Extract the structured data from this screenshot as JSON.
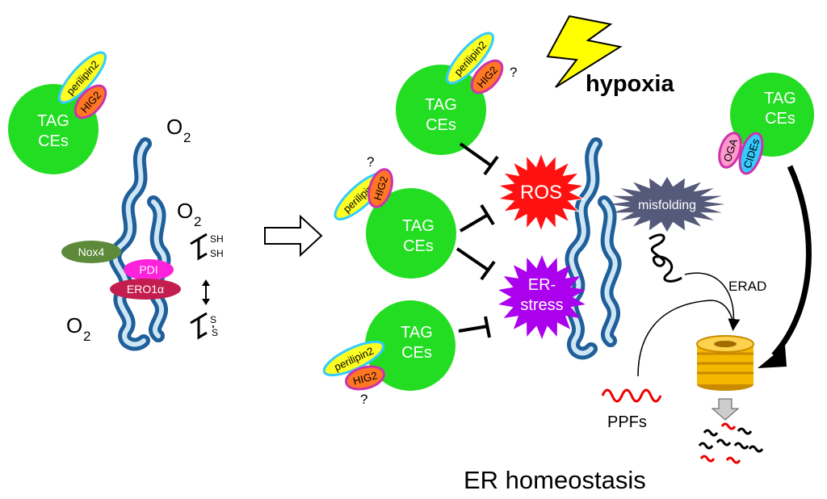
{
  "labels": {
    "tag": "TAG",
    "ces": "CEs",
    "perilipin2": "perilipin2",
    "hig2": "HIG2",
    "oga": "OGA",
    "cides": "CIDEs",
    "o2": "O",
    "o2_sub": "2",
    "nox4": "Nox4",
    "pdi": "PDI",
    "ero1a": "ERO1α",
    "sh": "SH",
    "s": "S",
    "question": "?",
    "hypoxia": "hypoxia",
    "ros": "ROS",
    "er_stress_1": "ER-",
    "er_stress_2": "stress",
    "misfolding": "misfolding",
    "erad": "ERAD",
    "ppfs": "PPFs",
    "er_homeostasis": "ER homeostasis"
  },
  "colors": {
    "lipid_droplet": "#22dd22",
    "perilipin2": "#ffff22",
    "hig2": "#ff7722",
    "oga": "#ff99cc",
    "cides": "#33ccff",
    "er_membrane": "#1f5f9a",
    "er_lumen": "#cfe6f5",
    "nox4": "#5c8a3a",
    "pdi": "#ff22dd",
    "ero1a": "#c41e4e",
    "ros": "#ff1111",
    "er_stress": "#aa00ee",
    "misfolding": "#55597a",
    "proteasome": "#f5b800",
    "lightning": "#ffff00",
    "ppf_red": "#ee0000"
  }
}
